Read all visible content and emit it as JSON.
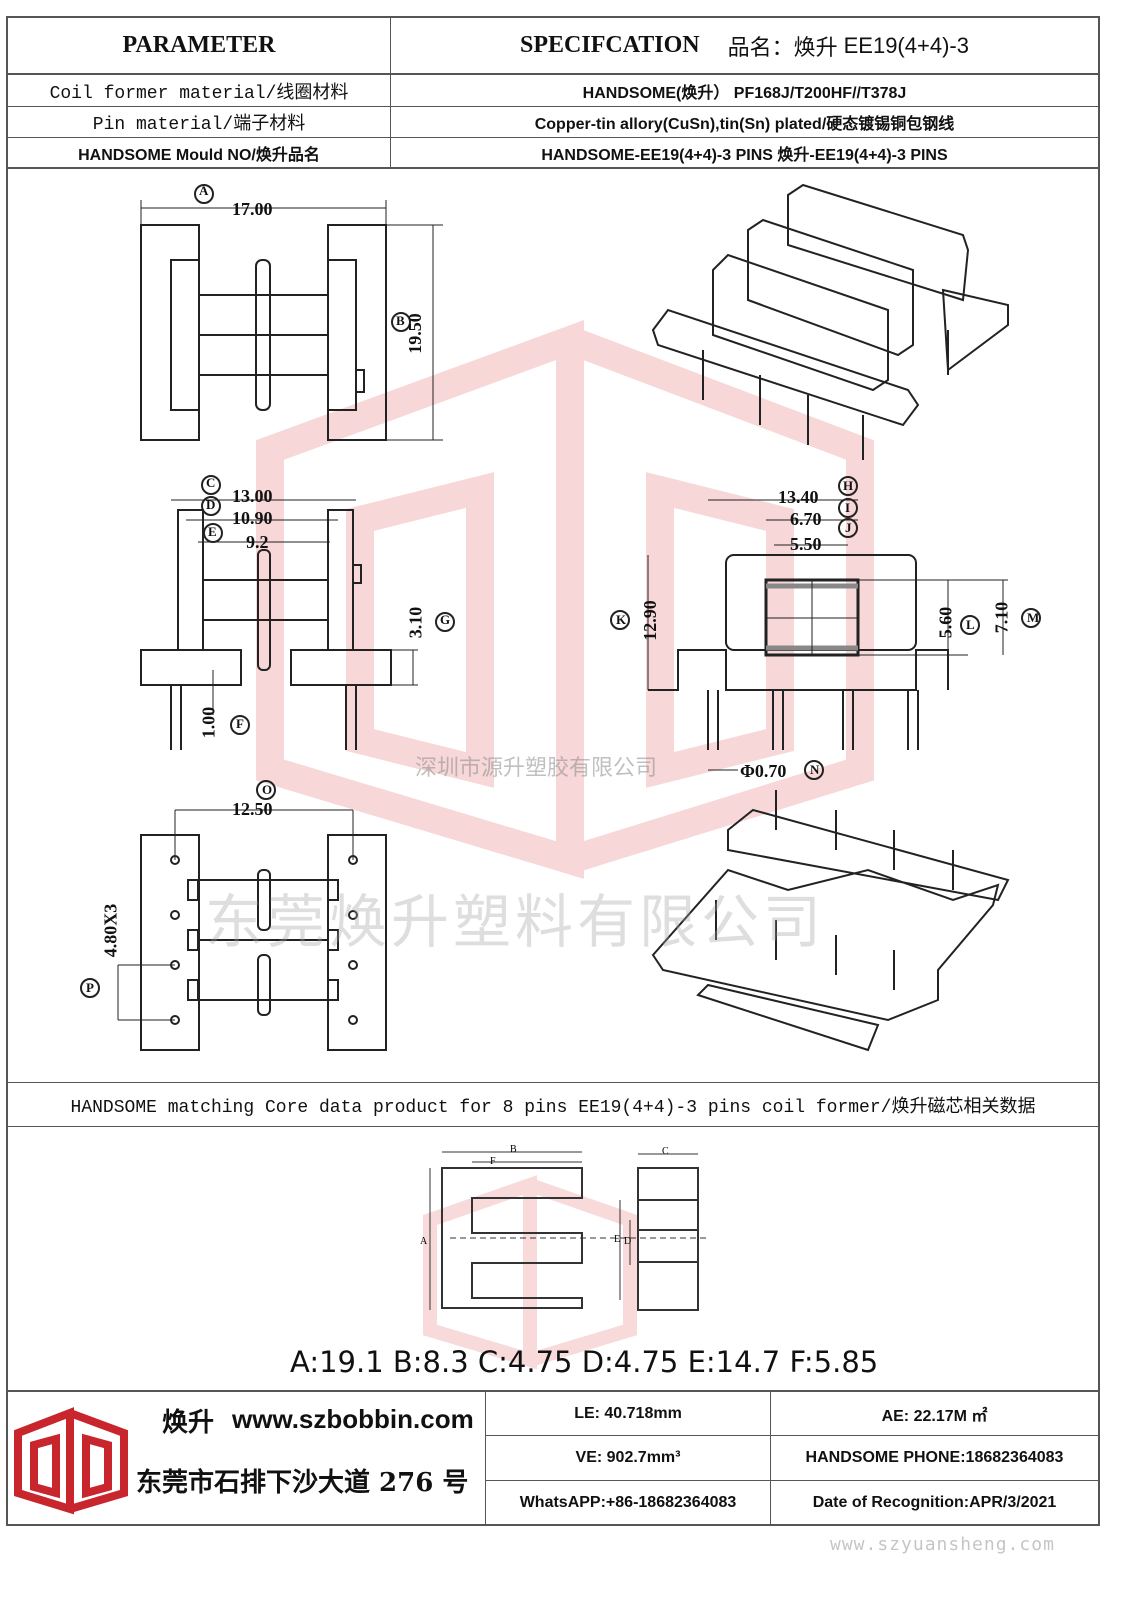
{
  "header": {
    "parameter": "PARAMETER",
    "spec": "SPECIFCATION",
    "product_name_label": "品名：焕升",
    "product_model": "EE19(4+4)-3"
  },
  "rows": [
    {
      "label": "Coil former material/线圈材料",
      "value": "HANDSOME(焕升）    PF168J/T200HF//T378J"
    },
    {
      "label": "Pin material/端子材料",
      "value": "Copper-tin allory(CuSn),tin(Sn) plated/硬态镀锡铜包钢线"
    },
    {
      "label": "HANDSOME Mould NO/焕升品名",
      "value": "HANDSOME-EE19(4+4)-3 PINS     焕升-EE19(4+4)-3 PINS"
    }
  ],
  "drawing": {
    "dims": {
      "A": "17.00",
      "B": "19.50",
      "C": "13.00",
      "D": "10.90",
      "E": "9.2",
      "F": "1.00",
      "G": "3.10",
      "H": "13.40",
      "I": "6.70",
      "J": "5.50",
      "K": "12.90",
      "L": "5.60",
      "M": "7.10",
      "N": "Φ0.70",
      "O": "12.50",
      "P": "4.80X3"
    },
    "letters": [
      "A",
      "B",
      "C",
      "D",
      "E",
      "F",
      "G",
      "H",
      "I",
      "J",
      "K",
      "L",
      "M",
      "N",
      "O",
      "P"
    ]
  },
  "watermarks": {
    "company_small": "深圳市源升塑胶有限公司",
    "company_large": "东莞焕升塑料有限公司",
    "site": "www.szyuansheng.com"
  },
  "core_section": {
    "title": "HANDSOME matching Core data  product for 8 pins EE19(4+4)-3 pins coil former/焕升磁芯相关数据",
    "core_letters": {
      "A": "A",
      "B": "B",
      "C": "C",
      "D": "D",
      "E": "E",
      "F": "F"
    },
    "values": "A:19.1 B:8.3 C:4.75 D:4.75 E:14.7 F:5.85"
  },
  "footer": {
    "brand": "焕升",
    "website": "www.szbobbin.com",
    "address": "东莞市石排下沙大道 276 号",
    "le": "LE:   40.718mm",
    "ae": "AE: 22.17M ㎡",
    "ve": "VE:   902.7mm³",
    "phone": "HANDSOME PHONE:18682364083",
    "whatsapp": "WhatsAPP:+86-18682364083",
    "date": "Date of Recognition:APR/3/2021"
  },
  "colors": {
    "logo_red": "#c8252c",
    "watermark_red": "#f2b8b8",
    "border": "#555555"
  }
}
